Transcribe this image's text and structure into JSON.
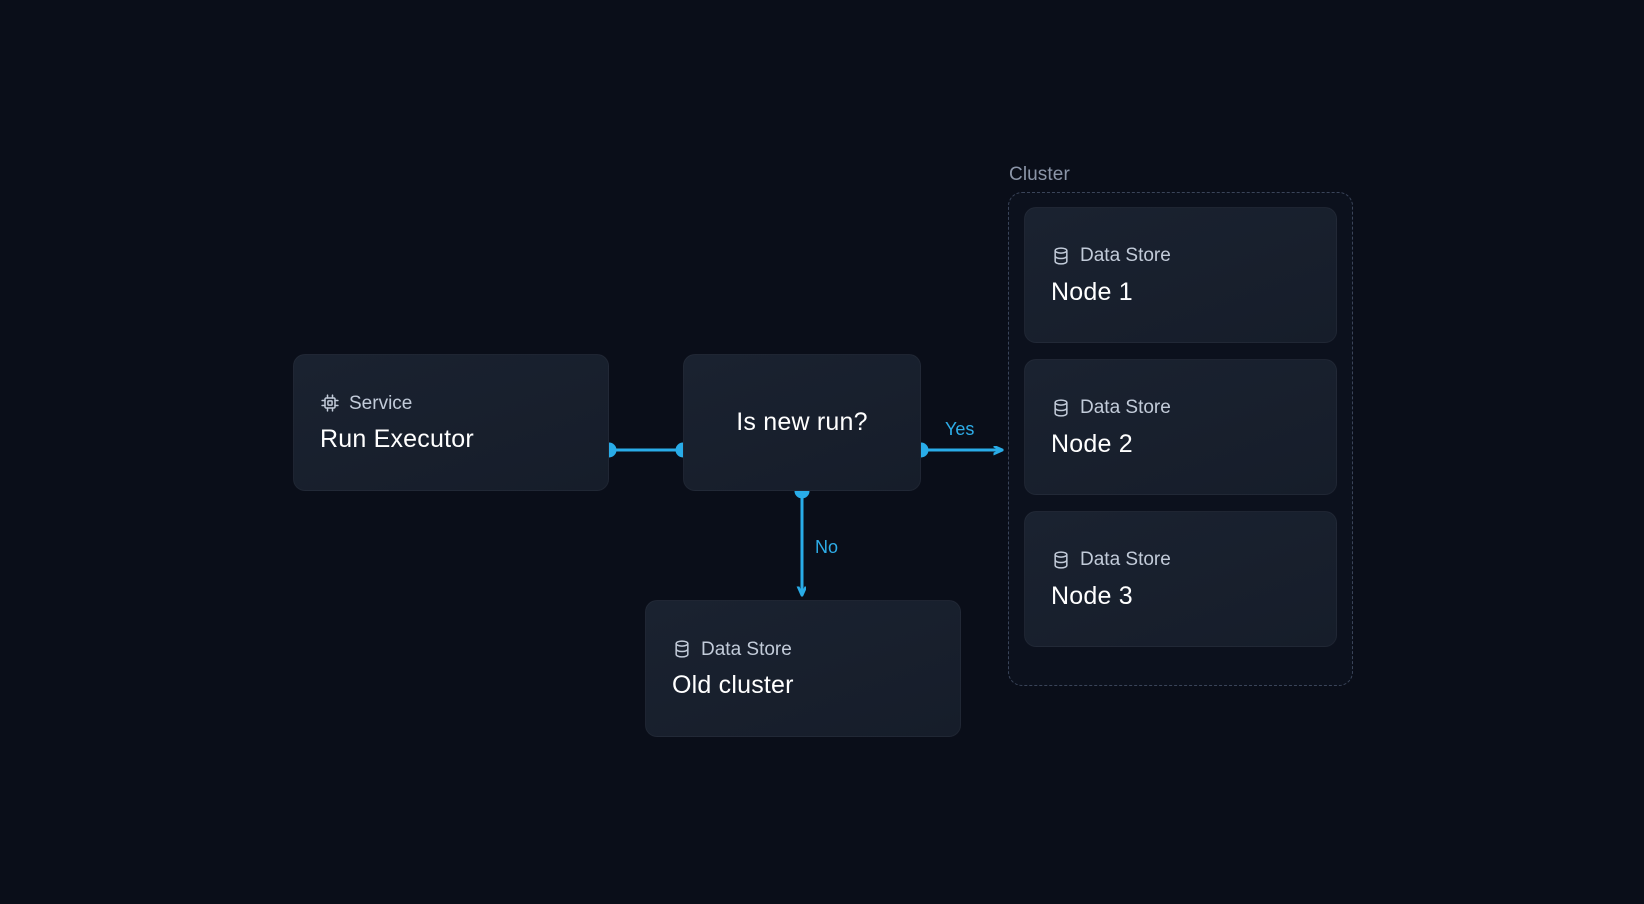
{
  "diagram": {
    "background_color": "#0a0e19",
    "accent_color": "#29ace8",
    "card_color": "#18202e",
    "groups": [
      {
        "id": "cluster",
        "label": "Cluster",
        "style": "dashed"
      }
    ],
    "nodes": [
      {
        "id": "service",
        "kind": "Service",
        "icon": "cpu-chip-icon",
        "title": "Run Executor"
      },
      {
        "id": "decision",
        "kind": "",
        "icon": "",
        "title": "Is new run?"
      },
      {
        "id": "oldcluster",
        "kind": "Data Store",
        "icon": "database-icon",
        "title": "Old cluster"
      },
      {
        "id": "node1",
        "kind": "Data Store",
        "icon": "database-icon",
        "title": "Node 1"
      },
      {
        "id": "node2",
        "kind": "Data Store",
        "icon": "database-icon",
        "title": "Node 2"
      },
      {
        "id": "node3",
        "kind": "Data Store",
        "icon": "database-icon",
        "title": "Node 3"
      }
    ],
    "edges": [
      {
        "id": "service-to-decision",
        "from": "service",
        "to": "decision",
        "label": ""
      },
      {
        "id": "decision-to-cluster",
        "from": "decision",
        "to": "cluster",
        "label": "Yes"
      },
      {
        "id": "decision-to-old",
        "from": "decision",
        "to": "oldcluster",
        "label": "No"
      }
    ]
  }
}
